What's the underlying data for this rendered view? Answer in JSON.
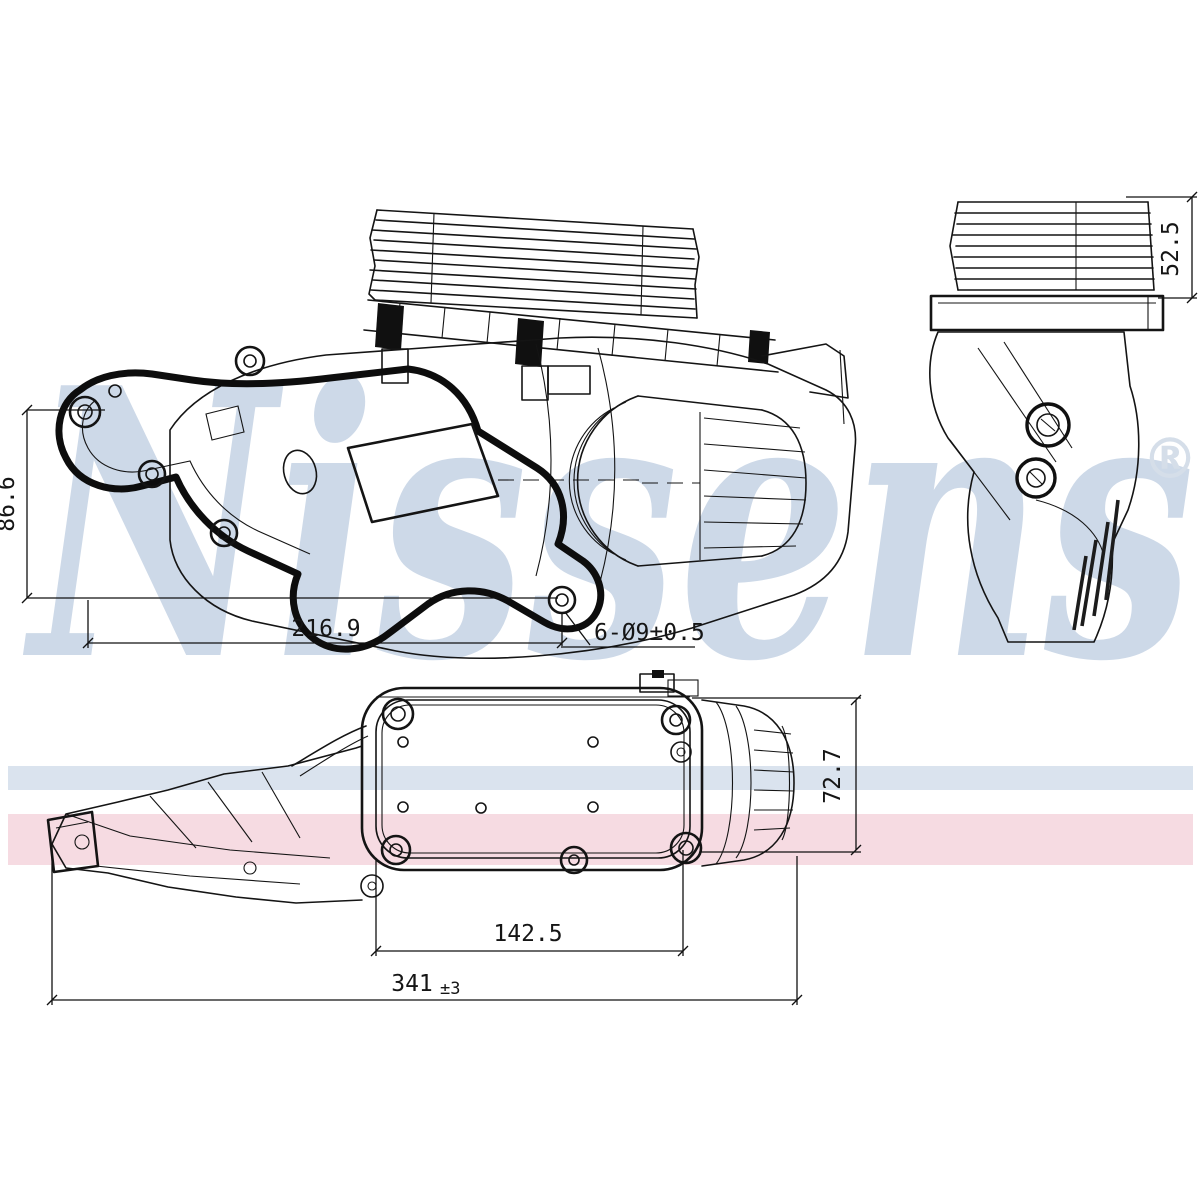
{
  "brand": {
    "watermark_text": "Nissens",
    "registered_mark": "®"
  },
  "colors": {
    "watermark": "#cdd9e8",
    "registered": "#d5dee9",
    "stripe_blue": "#dae3ee",
    "stripe_pink": "#f6dbe2",
    "line_art": "#141414"
  },
  "dimensions": {
    "bracket_height": "86.6",
    "bracket_width": "216.9",
    "mounting_holes": "6-Ø9±0.5",
    "cap_height": "52.5",
    "cooler_height": "72.7",
    "cooler_width": "142.5",
    "overall_length": "341",
    "overall_length_tolerance": "±3"
  }
}
